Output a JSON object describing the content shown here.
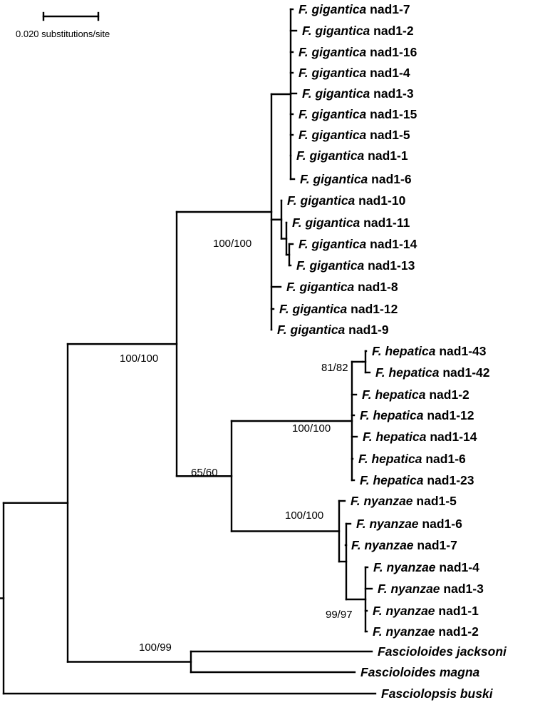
{
  "scale_bar": {
    "label": "0.020 substitutions/site",
    "length": 0.02
  },
  "tree": {
    "taxa": [
      {
        "id": "gig7",
        "genus": "F.",
        "species": "gigantica",
        "gene": "nad1-7"
      },
      {
        "id": "gig2",
        "genus": "F.",
        "species": "gigantica",
        "gene": "nad1-2"
      },
      {
        "id": "gig16",
        "genus": "F.",
        "species": "gigantica",
        "gene": "nad1-16"
      },
      {
        "id": "gig4",
        "genus": "F.",
        "species": "gigantica",
        "gene": "nad1-4"
      },
      {
        "id": "gig3",
        "genus": "F.",
        "species": "gigantica",
        "gene": "nad1-3"
      },
      {
        "id": "gig15",
        "genus": "F.",
        "species": "gigantica",
        "gene": "nad1-15"
      },
      {
        "id": "gig5",
        "genus": "F.",
        "species": "gigantica",
        "gene": "nad1-5"
      },
      {
        "id": "gig1",
        "genus": "F.",
        "species": "gigantica",
        "gene": "nad1-1"
      },
      {
        "id": "gig6",
        "genus": "F.",
        "species": "gigantica",
        "gene": "nad1-6"
      },
      {
        "id": "gig10",
        "genus": "F.",
        "species": "gigantica",
        "gene": "nad1-10"
      },
      {
        "id": "gig11",
        "genus": "F.",
        "species": "gigantica",
        "gene": "nad1-11"
      },
      {
        "id": "gig14",
        "genus": "F.",
        "species": "gigantica",
        "gene": "nad1-14"
      },
      {
        "id": "gig13",
        "genus": "F.",
        "species": "gigantica",
        "gene": "nad1-13"
      },
      {
        "id": "gig8",
        "genus": "F.",
        "species": "gigantica",
        "gene": "nad1-8"
      },
      {
        "id": "gig12",
        "genus": "F.",
        "species": "gigantica",
        "gene": "nad1-12"
      },
      {
        "id": "gig9",
        "genus": "F.",
        "species": "gigantica",
        "gene": "nad1-9"
      },
      {
        "id": "hep43",
        "genus": "F.",
        "species": "hepatica",
        "gene": "nad1-43"
      },
      {
        "id": "hep42",
        "genus": "F.",
        "species": "hepatica",
        "gene": "nad1-42"
      },
      {
        "id": "hep2",
        "genus": "F.",
        "species": "hepatica",
        "gene": "nad1-2"
      },
      {
        "id": "hep12",
        "genus": "F.",
        "species": "hepatica",
        "gene": "nad1-12"
      },
      {
        "id": "hep14",
        "genus": "F.",
        "species": "hepatica",
        "gene": "nad1-14"
      },
      {
        "id": "hep6",
        "genus": "F.",
        "species": "hepatica",
        "gene": "nad1-6"
      },
      {
        "id": "hep23",
        "genus": "F.",
        "species": "hepatica",
        "gene": "nad1-23"
      },
      {
        "id": "nya5",
        "genus": "F.",
        "species": "nyanzae",
        "gene": "nad1-5"
      },
      {
        "id": "nya6",
        "genus": "F.",
        "species": "nyanzae",
        "gene": "nad1-6"
      },
      {
        "id": "nya7",
        "genus": "F.",
        "species": "nyanzae",
        "gene": "nad1-7"
      },
      {
        "id": "nya4",
        "genus": "F.",
        "species": "nyanzae",
        "gene": "nad1-4"
      },
      {
        "id": "nya3",
        "genus": "F.",
        "species": "nyanzae",
        "gene": "nad1-3"
      },
      {
        "id": "nya1",
        "genus": "F.",
        "species": "nyanzae",
        "gene": "nad1-1"
      },
      {
        "id": "nya2",
        "genus": "F.",
        "species": "nyanzae",
        "gene": "nad1-2"
      },
      {
        "id": "fjack",
        "genus": "",
        "species": "Fascioloides jacksoni",
        "gene": ""
      },
      {
        "id": "fmag",
        "genus": "",
        "species": "Fascioloides magna",
        "gene": ""
      },
      {
        "id": "fbus",
        "genus": "",
        "species": "Fasciolopsis buski",
        "gene": ""
      }
    ],
    "support_values": [
      {
        "node": "gigantica-clade",
        "label": "100/100"
      },
      {
        "node": "fasciola",
        "label": "100/100"
      },
      {
        "node": "hepatica-nyanzae",
        "label": "65/60"
      },
      {
        "node": "hepatica-clade",
        "label": "100/100"
      },
      {
        "node": "hepatica-sub",
        "label": "81/82"
      },
      {
        "node": "nyanzae-clade",
        "label": "100/100"
      },
      {
        "node": "nyanzae-sub",
        "label": "99/97"
      },
      {
        "node": "fascioloides",
        "label": "100/99"
      }
    ]
  }
}
